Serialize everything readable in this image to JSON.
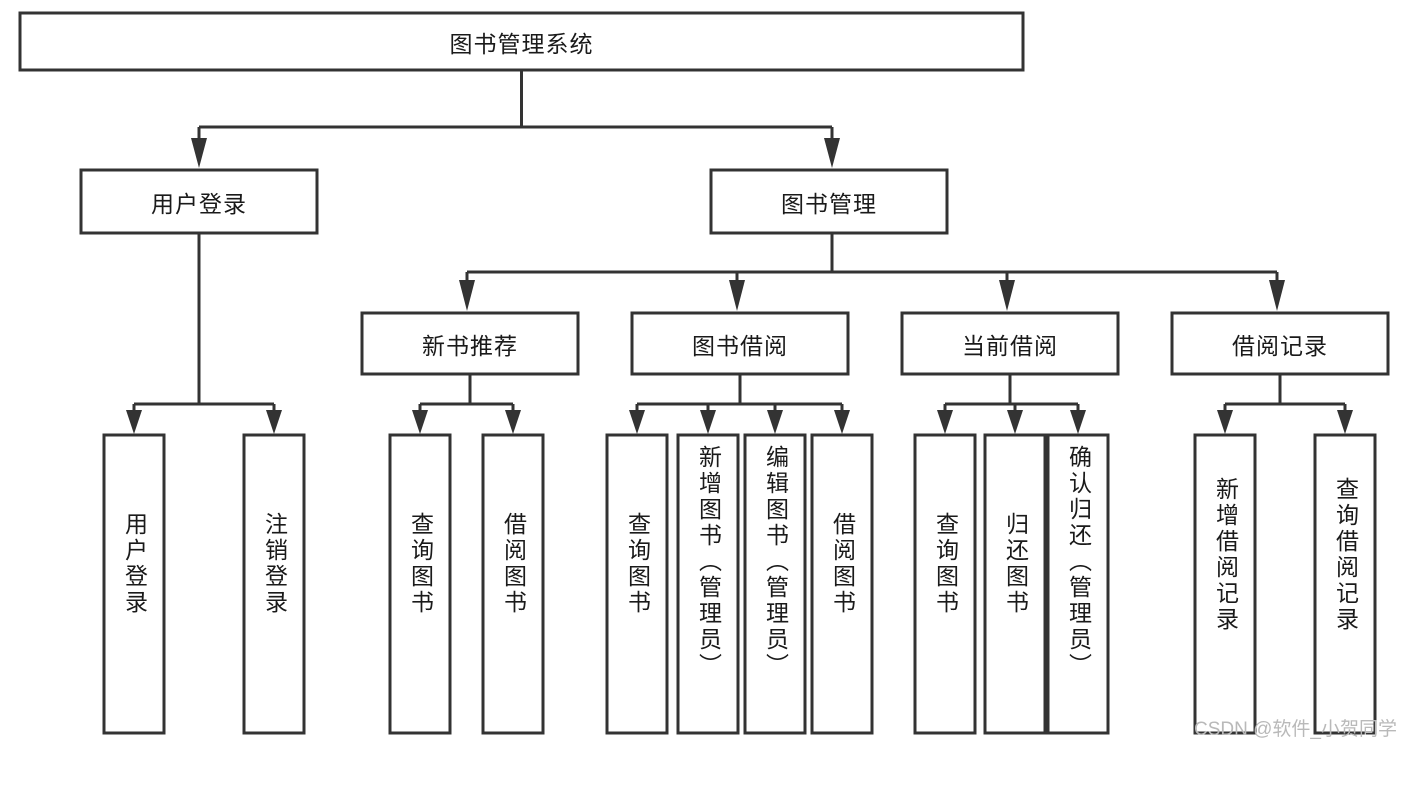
{
  "diagram": {
    "type": "tree-hierarchy",
    "title": "图书管理系统",
    "watermark": "CSDN @软件_小贺同学",
    "colors": {
      "box_stroke": "#333333",
      "box_fill": "#ffffff",
      "connector": "#333333",
      "text": "#1a1a1a",
      "watermark": "#b9b9b9",
      "background": "#ffffff"
    },
    "root": {
      "id": "root",
      "label": "图书管理系统",
      "orientation": "horizontal"
    },
    "level1": [
      {
        "id": "user-login",
        "label": "用户登录",
        "orientation": "horizontal"
      },
      {
        "id": "book-management",
        "label": "图书管理",
        "orientation": "horizontal"
      }
    ],
    "level2": [
      {
        "id": "new-book-recommend",
        "label": "新书推荐",
        "orientation": "horizontal",
        "parent": "book-management"
      },
      {
        "id": "book-borrow",
        "label": "图书借阅",
        "orientation": "horizontal",
        "parent": "book-management"
      },
      {
        "id": "current-borrow",
        "label": "当前借阅",
        "orientation": "horizontal",
        "parent": "book-management"
      },
      {
        "id": "borrow-record",
        "label": "借阅记录",
        "orientation": "horizontal",
        "parent": "book-management"
      }
    ],
    "leaves": {
      "user-login": [
        {
          "id": "leaf-user-login",
          "label": "用户登录",
          "orientation": "vertical"
        },
        {
          "id": "leaf-user-logout",
          "label": "注销登录",
          "orientation": "vertical"
        }
      ],
      "new-book-recommend": [
        {
          "id": "leaf-query-book-1",
          "label": "查询图书",
          "orientation": "vertical"
        },
        {
          "id": "leaf-borrow-book-1",
          "label": "借阅图书",
          "orientation": "vertical"
        }
      ],
      "book-borrow": [
        {
          "id": "leaf-query-book-2",
          "label": "查询图书",
          "orientation": "vertical"
        },
        {
          "id": "leaf-add-book",
          "label": "新增图书（管理员）",
          "orientation": "vertical"
        },
        {
          "id": "leaf-edit-book",
          "label": "编辑图书（管理员）",
          "orientation": "vertical"
        },
        {
          "id": "leaf-borrow-book-2",
          "label": "借阅图书",
          "orientation": "vertical"
        }
      ],
      "current-borrow": [
        {
          "id": "leaf-query-book-3",
          "label": "查询图书",
          "orientation": "vertical"
        },
        {
          "id": "leaf-return-book",
          "label": "归还图书",
          "orientation": "vertical"
        },
        {
          "id": "leaf-confirm-return",
          "label": "确认归还（管理员）",
          "orientation": "vertical"
        }
      ],
      "borrow-record": [
        {
          "id": "leaf-add-record",
          "label": "新增借阅记录",
          "orientation": "vertical"
        },
        {
          "id": "leaf-query-record",
          "label": "查询借阅记录",
          "orientation": "vertical"
        }
      ]
    }
  }
}
